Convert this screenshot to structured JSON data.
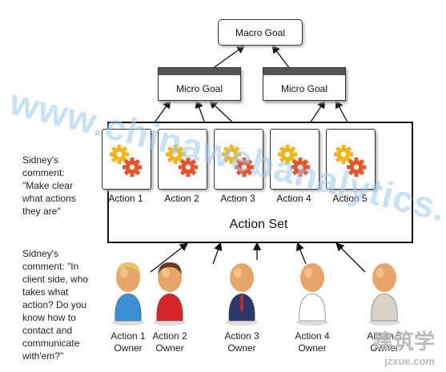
{
  "macro_goal": "Macro Goal",
  "micro_goals": [
    "Micro Goal",
    "Micro Goal"
  ],
  "action_set_label": "Action Set",
  "actions": [
    "Action 1",
    "Action 2",
    "Action 3",
    "Action 4",
    "Action 5"
  ],
  "comments": [
    {
      "lines": [
        "Sidney's",
        "comment:",
        "\"Make clear",
        "what actions",
        "they are\""
      ]
    },
    {
      "lines": [
        "Sidney's",
        "comment: \"In",
        "client side, who",
        "takes what",
        "action? Do you",
        "know how to",
        "contact and",
        "communicate",
        "with'em?\""
      ]
    }
  ],
  "owners": [
    {
      "line1": "Action 1",
      "line2": "Owner"
    },
    {
      "line1": "Action 2",
      "line2": "Owner"
    },
    {
      "line1": "Action 3",
      "line2": "Owner"
    },
    {
      "line1": "Action 4",
      "line2": "Owner"
    },
    {
      "line1": "Action 5",
      "line2": "Owner"
    }
  ],
  "watermark": "www.chinawebanalytics.cn",
  "watermark2_big": "建筑学",
  "watermark2_small": "jzxue.com",
  "colors": {
    "gear_yellow": "#f3b51c",
    "gear_red": "#e8542a",
    "doc_border": "#333333",
    "micro_bar": "#555555"
  }
}
